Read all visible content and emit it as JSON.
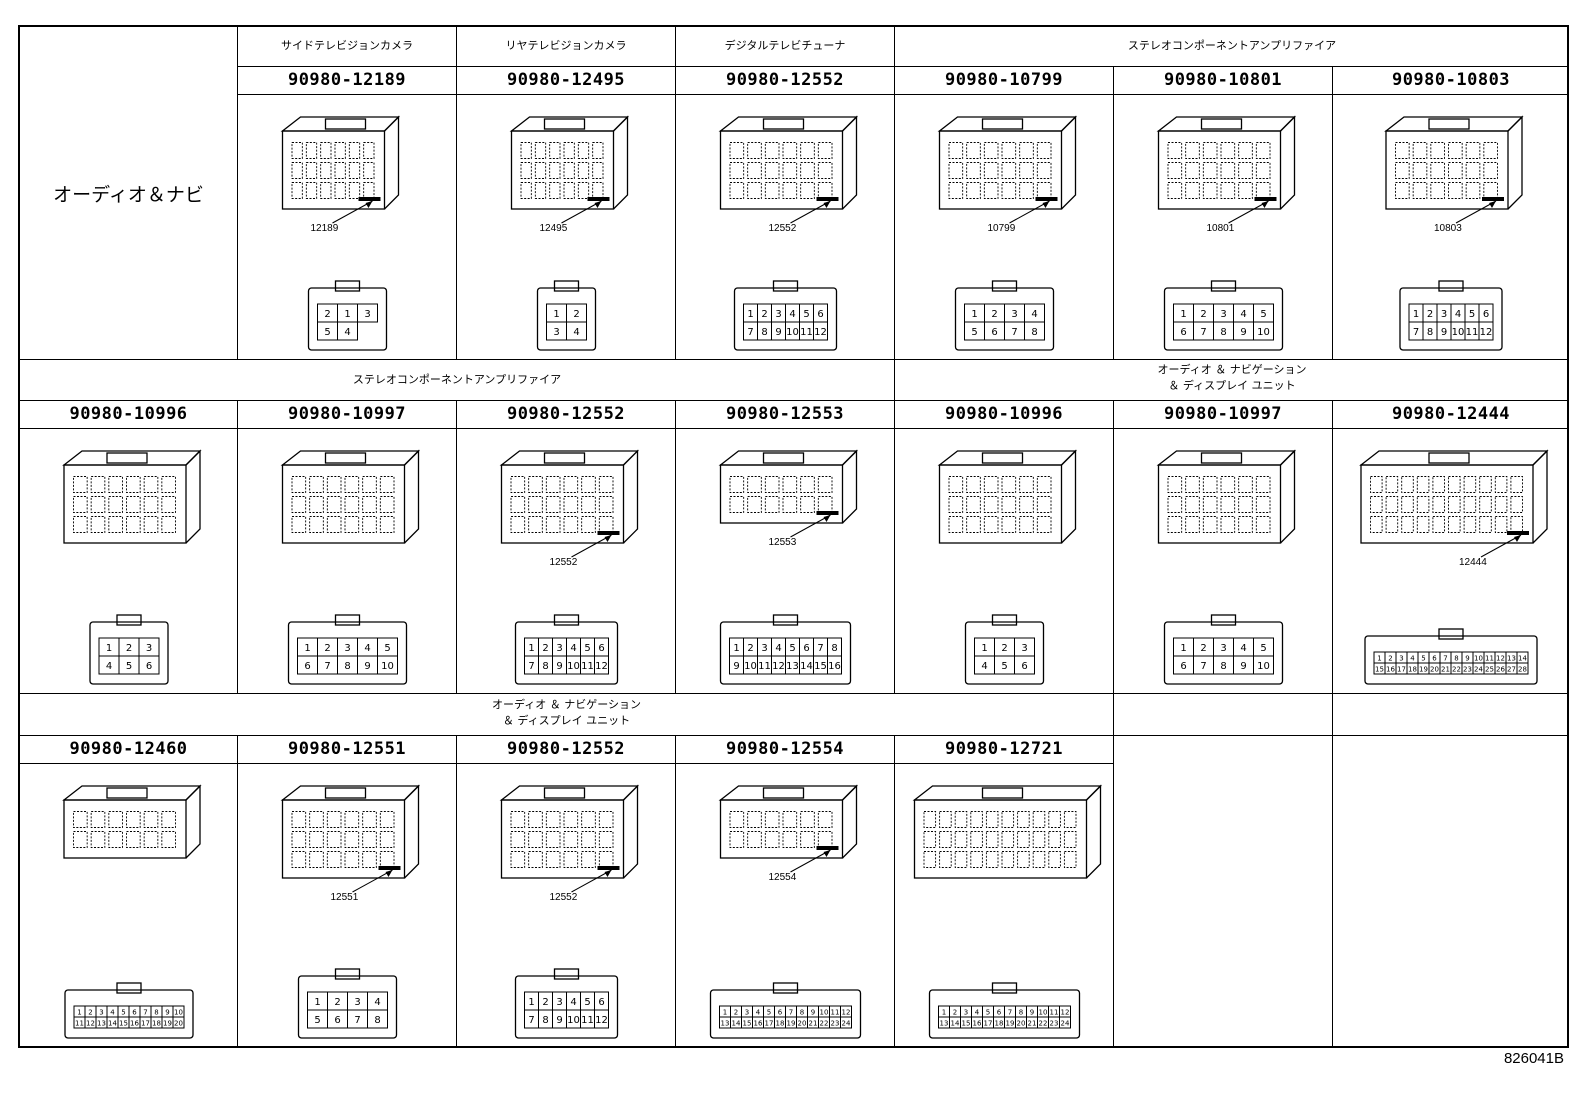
{
  "area_label": "オーディオ＆ナビ",
  "row1": {
    "groups": [
      "サイドテレビジョンカメラ",
      "リヤテレビジョンカメラ",
      "デジタルテレビチューナ",
      "ステレオコンポーネントアンプリファイア"
    ],
    "parts": [
      {
        "pn": "90980-12189",
        "tag": "12189",
        "front_pins": [
          "2",
          "1",
          "3",
          "5",
          "4"
        ],
        "style": "camera-a"
      },
      {
        "pn": "90980-12495",
        "tag": "12495",
        "front_pins": [
          "1",
          "2",
          "3",
          "4"
        ],
        "style": "camera-b"
      },
      {
        "pn": "90980-12552",
        "tag": "12552",
        "front_pins": [
          "1",
          "2",
          "3",
          "4",
          "5",
          "6",
          "7",
          "8",
          "9",
          "10",
          "11",
          "12"
        ],
        "style": "tall"
      },
      {
        "pn": "90980-10799",
        "tag": "10799",
        "front_pins": [
          "1",
          "2",
          "3",
          "4",
          "5",
          "6",
          "7",
          "8"
        ],
        "style": "box"
      },
      {
        "pn": "90980-10801",
        "tag": "10801",
        "front_pins": [
          "1",
          "2",
          "3",
          "4",
          "5",
          "6",
          "7",
          "8",
          "9",
          "10"
        ],
        "style": "box"
      },
      {
        "pn": "90980-10803",
        "tag": "10803",
        "front_pins": [
          "1",
          "2",
          "3",
          "4",
          "5",
          "6",
          "7",
          "8",
          "9",
          "10",
          "11",
          "12"
        ],
        "style": "box"
      }
    ]
  },
  "row2": {
    "groups": [
      "ステレオコンポーネントアンプリファイア",
      "オーディオ ＆ ナビゲーション",
      "＆ ディスプレイ ユニット"
    ],
    "parts": [
      {
        "pn": "90980-10996",
        "tag": "",
        "front_pins": [
          "1",
          "2",
          "3",
          "4",
          "5",
          "6"
        ],
        "style": "box"
      },
      {
        "pn": "90980-10997",
        "tag": "",
        "front_pins": [
          "1",
          "2",
          "3",
          "4",
          "5",
          "6",
          "7",
          "8",
          "9",
          "10"
        ],
        "style": "box"
      },
      {
        "pn": "90980-12552",
        "tag": "12552",
        "front_pins": [
          "1",
          "2",
          "3",
          "4",
          "5",
          "6",
          "7",
          "8",
          "9",
          "10",
          "11",
          "12"
        ],
        "style": "tall"
      },
      {
        "pn": "90980-12553",
        "tag": "12553",
        "front_pins": [
          "1",
          "2",
          "3",
          "4",
          "5",
          "6",
          "7",
          "8",
          "9",
          "10",
          "11",
          "12",
          "13",
          "14",
          "15",
          "16"
        ],
        "style": "flat"
      },
      {
        "pn": "90980-10996",
        "tag": "",
        "front_pins": [
          "1",
          "2",
          "3",
          "4",
          "5",
          "6"
        ],
        "style": "box"
      },
      {
        "pn": "90980-10997",
        "tag": "",
        "front_pins": [
          "1",
          "2",
          "3",
          "4",
          "5",
          "6",
          "7",
          "8",
          "9",
          "10"
        ],
        "style": "box"
      },
      {
        "pn": "90980-12444",
        "tag": "12444",
        "front_pins": [
          "1",
          "2",
          "3",
          "4",
          "5",
          "6",
          "7",
          "8",
          "9",
          "10",
          "11",
          "12",
          "13",
          "14",
          "15",
          "16",
          "17",
          "18",
          "19",
          "20",
          "21",
          "22",
          "23",
          "24",
          "25",
          "26",
          "27",
          "28"
        ],
        "style": "wide"
      }
    ]
  },
  "row3": {
    "groups": [
      "オーディオ ＆ ナビゲーション",
      "＆ ディスプレイ ユニット"
    ],
    "parts": [
      {
        "pn": "90980-12460",
        "tag": "",
        "front_pins": [
          "1",
          "2",
          "3",
          "4",
          "5",
          "6",
          "7",
          "8",
          "9",
          "10",
          "11",
          "12",
          "13",
          "14",
          "15",
          "16",
          "17",
          "18",
          "19",
          "20"
        ],
        "style": "flat"
      },
      {
        "pn": "90980-12551",
        "tag": "12551",
        "front_pins": [
          "1",
          "2",
          "3",
          "4",
          "5",
          "6",
          "7",
          "8"
        ],
        "style": "tall"
      },
      {
        "pn": "90980-12552",
        "tag": "12552",
        "front_pins": [
          "1",
          "2",
          "3",
          "4",
          "5",
          "6",
          "7",
          "8",
          "9",
          "10",
          "11",
          "12"
        ],
        "style": "tall"
      },
      {
        "pn": "90980-12554",
        "tag": "12554",
        "front_pins": [
          "1",
          "2",
          "3",
          "4",
          "5",
          "6",
          "7",
          "8",
          "9",
          "10",
          "11",
          "12",
          "13",
          "14",
          "15",
          "16",
          "17",
          "18",
          "19",
          "20",
          "21",
          "22",
          "23",
          "24"
        ],
        "style": "flat"
      },
      {
        "pn": "90980-12721",
        "tag": "",
        "front_pins": [
          "1",
          "2",
          "3",
          "4",
          "5",
          "6",
          "7",
          "8",
          "9",
          "10",
          "11",
          "12",
          "13",
          "14",
          "15",
          "16",
          "17",
          "18",
          "19",
          "20",
          "21",
          "22",
          "23",
          "24"
        ],
        "style": "wide"
      }
    ]
  },
  "footer_code": "826041B"
}
